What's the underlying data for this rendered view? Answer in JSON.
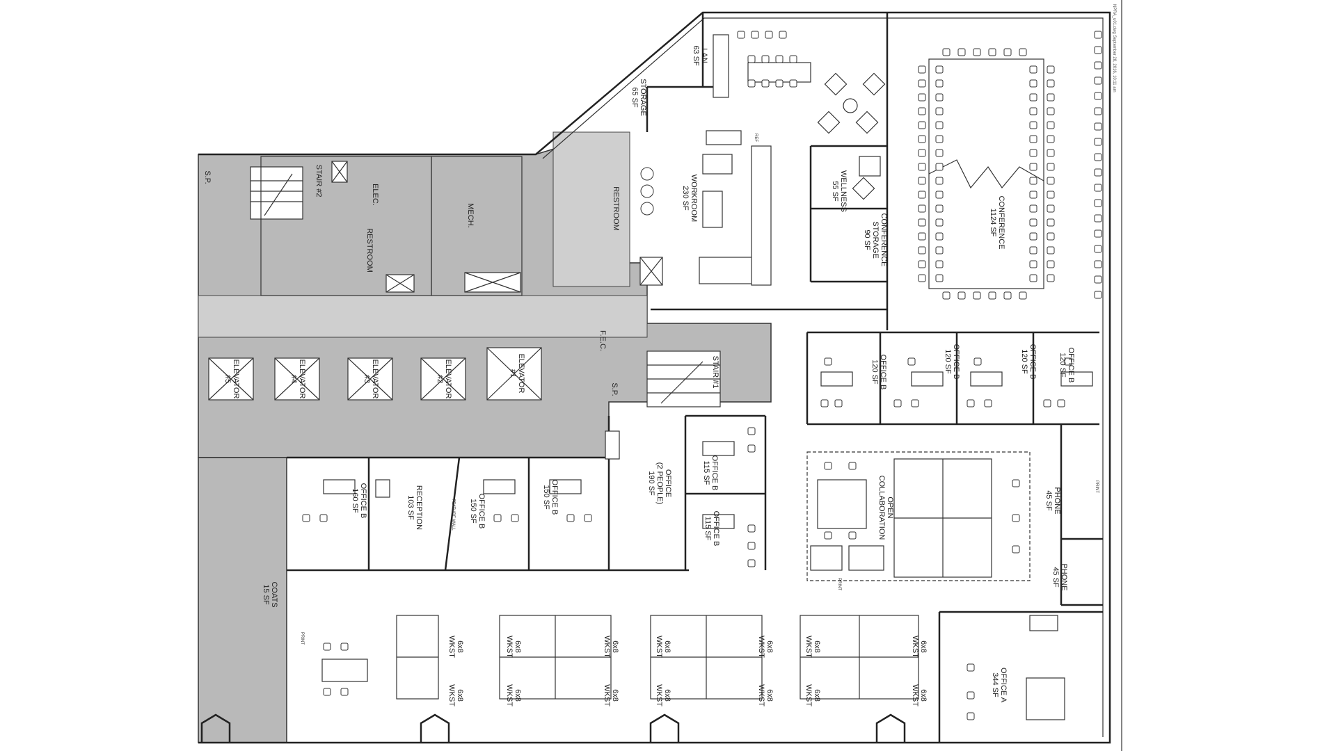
{
  "footer_note": "NPRA_u01.dwg  September 28, 2016, 10:11 am",
  "rooms": [
    {
      "id": "lan",
      "lines": [
        "LAN",
        "63 SF"
      ]
    },
    {
      "id": "storage",
      "lines": [
        "STORAGE",
        "65 SF"
      ]
    },
    {
      "id": "workroom",
      "lines": [
        "WORKROOM",
        "230 SF"
      ]
    },
    {
      "id": "restroom-a",
      "lines": [
        "RESTROOM"
      ]
    },
    {
      "id": "mech",
      "lines": [
        "MECH."
      ]
    },
    {
      "id": "elec",
      "lines": [
        "ELEC."
      ]
    },
    {
      "id": "restroom-b",
      "lines": [
        "RESTROOM"
      ]
    },
    {
      "id": "stair2",
      "lines": [
        "STAIR #2"
      ]
    },
    {
      "id": "sp-left",
      "lines": [
        "S.P."
      ]
    },
    {
      "id": "wellness",
      "lines": [
        "WELLNESS",
        "55 SF"
      ]
    },
    {
      "id": "conf-storage",
      "lines": [
        "CONFERENCE",
        "STORAGE",
        "90 SF"
      ]
    },
    {
      "id": "conference",
      "lines": [
        "CONFERENCE",
        "1124 SF"
      ]
    },
    {
      "id": "fec",
      "lines": [
        "F.E.C."
      ]
    },
    {
      "id": "sp-right",
      "lines": [
        "S.P."
      ]
    },
    {
      "id": "stair1",
      "lines": [
        "STAIR #1"
      ]
    },
    {
      "id": "elev5",
      "lines": [
        "ELEVATOR",
        "#5"
      ]
    },
    {
      "id": "elev4",
      "lines": [
        "ELEVATOR",
        "#4"
      ]
    },
    {
      "id": "elev3",
      "lines": [
        "ELEVATOR",
        "#3"
      ]
    },
    {
      "id": "elev2",
      "lines": [
        "ELEVATOR",
        "#2"
      ]
    },
    {
      "id": "elev1",
      "lines": [
        "ELEVATOR",
        "#1"
      ]
    },
    {
      "id": "office-b-1",
      "lines": [
        "OFFICE B",
        "120 SF"
      ]
    },
    {
      "id": "office-b-2",
      "lines": [
        "OFFICE B",
        "120 SF"
      ]
    },
    {
      "id": "office-b-3",
      "lines": [
        "OFFICE B",
        "120 SF"
      ]
    },
    {
      "id": "office-b-4",
      "lines": [
        "OFFICE B",
        "120 SF"
      ]
    },
    {
      "id": "office-b-160",
      "lines": [
        "OFFICE B",
        "160 SF"
      ]
    },
    {
      "id": "reception",
      "lines": [
        "RECEPTION",
        "103 SF"
      ]
    },
    {
      "id": "office-b-150a",
      "lines": [
        "OFFICE B",
        "150 SF"
      ]
    },
    {
      "id": "office-b-150b",
      "lines": [
        "OFFICE B",
        "150 SF"
      ]
    },
    {
      "id": "office-2p",
      "lines": [
        "OFFICE",
        "(2 PEOPLE)",
        "190 SF"
      ]
    },
    {
      "id": "office-b-115a",
      "lines": [
        "OFFICE B",
        "115 SF"
      ]
    },
    {
      "id": "office-b-115b",
      "lines": [
        "OFFICE B",
        "115 SF"
      ]
    },
    {
      "id": "open-collab",
      "lines": [
        "OPEN",
        "COLLABORATION"
      ]
    },
    {
      "id": "phone-a",
      "lines": [
        "PHONE",
        "45 SF"
      ]
    },
    {
      "id": "phone-b",
      "lines": [
        "PHONE",
        "45 SF"
      ]
    },
    {
      "id": "coats",
      "lines": [
        "COATS",
        "15 SF"
      ]
    },
    {
      "id": "office-a",
      "lines": [
        "OFFICE A",
        "344 SF"
      ]
    }
  ],
  "wkst_label": [
    "6x8",
    "WKST"
  ],
  "small_labels": {
    "feature_wall": "FEATURE WALL",
    "print": "PRINT",
    "ref": "REF"
  }
}
